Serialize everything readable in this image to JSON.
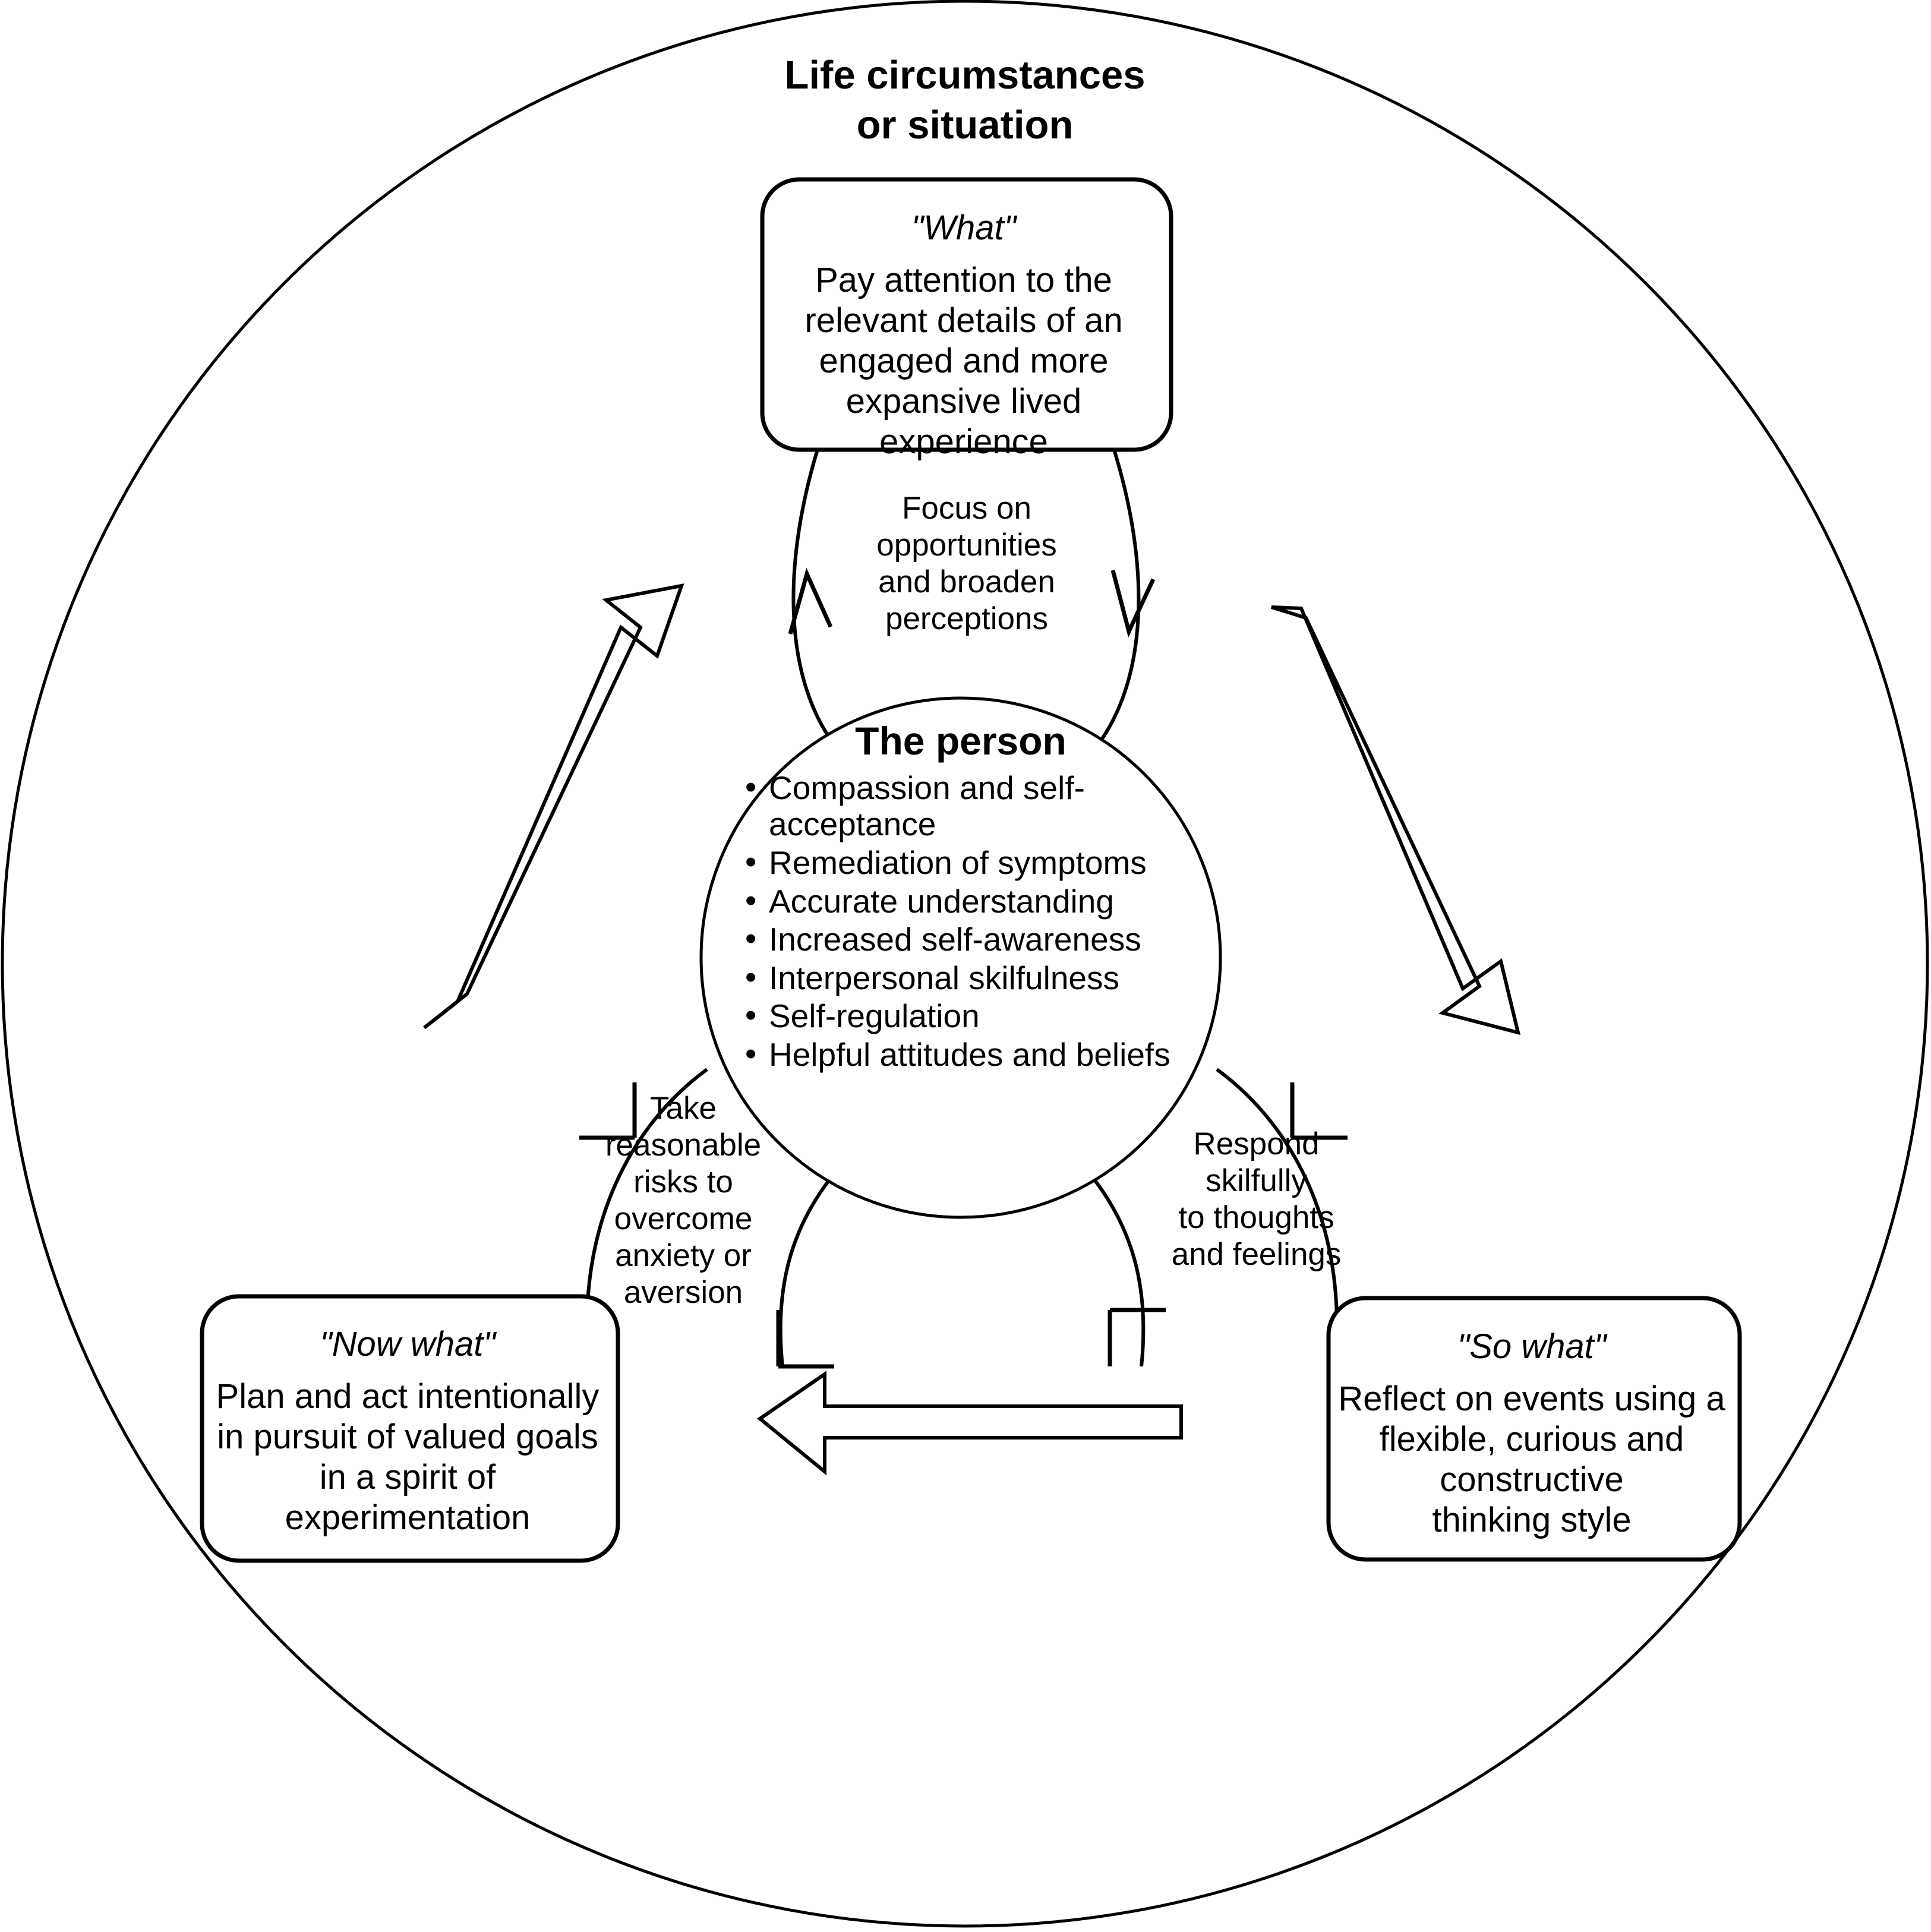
{
  "outer": {
    "title": "Life circumstances\nor situation",
    "shape": "circle"
  },
  "center": {
    "title": "The person",
    "items": [
      "Compassion and self-acceptance",
      "Remediation of symptoms",
      "Accurate understanding",
      "Increased self-awareness",
      "Interpersonal skilfulness",
      "Self-regulation",
      "Helpful attitudes and beliefs"
    ]
  },
  "nodes": [
    {
      "id": "what",
      "label": "\"What\"",
      "body": "Pay attention to the\nrelevant details of an\nengaged and more\nexpansive lived\nexperience"
    },
    {
      "id": "so-what",
      "label": "\"So what\"",
      "body": "Reflect on events using a\nflexible, curious and\nconstructive\nthinking style"
    },
    {
      "id": "now-what",
      "label": "\"Now what\"",
      "body": "Plan and act intentionally\nin pursuit of valued goals\nin a spirit of\nexperimentation"
    }
  ],
  "arc_labels": [
    {
      "id": "focus",
      "text": "Focus on\nopportunities\nand broaden\nperceptions"
    },
    {
      "id": "respond",
      "text": "Respond\nskilfully\nto thoughts\nand feelings"
    },
    {
      "id": "take-risks",
      "text": "Take\nreasonable\nrisks to\novercome\nanxiety or\naversion"
    }
  ],
  "colors": {
    "stroke": "#000000",
    "background": "#ffffff",
    "text": "#000000"
  }
}
